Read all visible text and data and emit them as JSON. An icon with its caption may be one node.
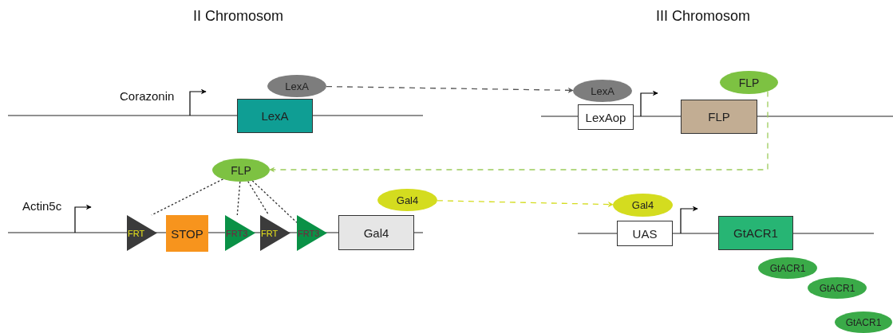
{
  "diagram": {
    "nodes": [
      {
        "text": [
          "LexA"
        ]
      },
      {
        "text": [
          "LexA"
        ]
      },
      {
        "text": [
          "LexA"
        ]
      },
      {
        "text": [
          "LexAop"
        ]
      },
      {
        "text": [
          "FLP"
        ]
      },
      {
        "text": [
          "FLP"
        ]
      },
      {
        "text": [
          "FLP"
        ]
      },
      {
        "text": [
          "FRT"
        ]
      },
      {
        "text": [
          "STOP"
        ]
      },
      {
        "text": [
          "FRT3"
        ]
      },
      {
        "text": [
          "FRT"
        ]
      },
      {
        "text": [
          "FRT3"
        ]
      },
      {
        "text": [
          "Gal4"
        ]
      },
      {
        "text": [
          "Gal4"
        ]
      },
      {
        "text": [
          "Gal4"
        ]
      },
      {
        "text": [
          "UAS"
        ]
      },
      {
        "text": [
          "GtACR1"
        ]
      },
      {
        "text": [
          "GtACR1"
        ]
      },
      {
        "text": [
          "GtACR1"
        ]
      },
      {
        "text": [
          "GtACR1"
        ]
      }
    ],
    "edges": [
      {
        "from": 0,
        "to": 2,
        "arrow": "to",
        "style": "dashed",
        "color": "#555555"
      },
      {
        "from": 4,
        "to": 6,
        "arrow": "to",
        "style": "dashed",
        "color": "#9ccc5a"
      },
      {
        "from": 12,
        "to": 14,
        "arrow": "to",
        "style": "dashed",
        "color": "#d4dc1f"
      },
      {
        "from": 6,
        "to": 7,
        "arrow": "none",
        "style": "dashed",
        "color": "#333333"
      },
      {
        "from": 6,
        "to": 9,
        "arrow": "none",
        "style": "dashed",
        "color": "#333333"
      },
      {
        "from": 6,
        "to": 10,
        "arrow": "none",
        "style": "dashed",
        "color": "#333333"
      },
      {
        "from": 6,
        "to": 11,
        "arrow": "none",
        "style": "dashed",
        "color": "#333333"
      }
    ],
    "labels": [
      "II Chromosom",
      "III Chromosom",
      "Corazonin",
      "Actin5c"
    ]
  }
}
